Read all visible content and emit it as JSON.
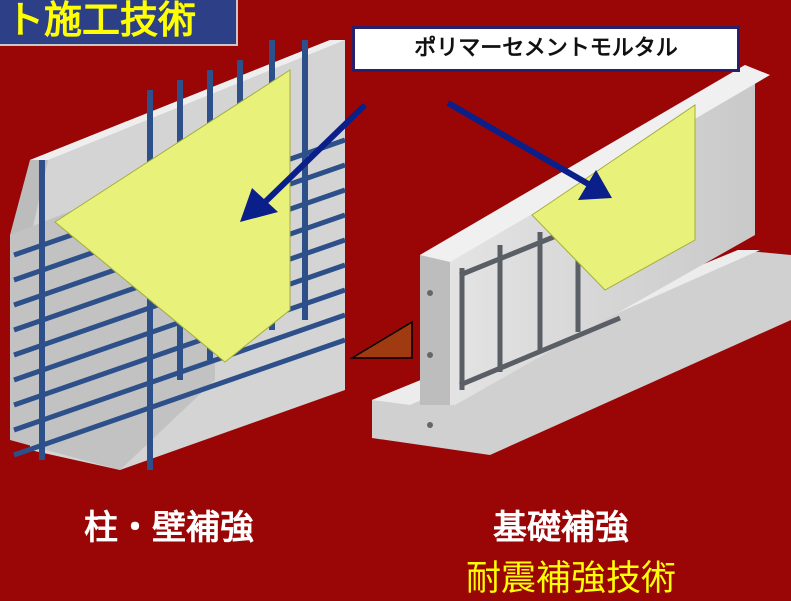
{
  "header": {
    "title": "ト施工技術"
  },
  "callout": {
    "label": "ポリマーセメントモルタル"
  },
  "labels": {
    "left": "柱・壁補強",
    "right": "基礎補強",
    "subtitle": "耐震補強技術"
  },
  "colors": {
    "background": "#9a0606",
    "mortar": "#e8f27a",
    "rebar": "#2d4f8a",
    "concrete": "#d9d9d9",
    "arrow": "#0b1f8a",
    "title_text": "#ffff00"
  }
}
